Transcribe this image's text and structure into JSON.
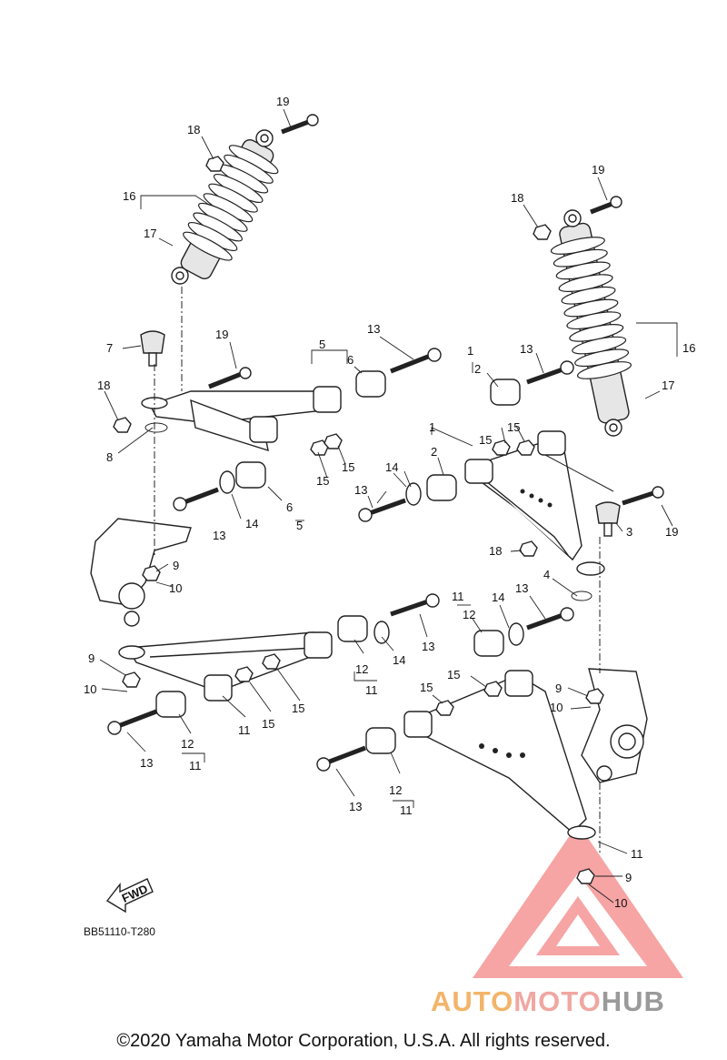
{
  "diagram": {
    "callouts": [
      {
        "id": "c19a",
        "text": "19"
      },
      {
        "id": "c18a",
        "text": "18"
      },
      {
        "id": "c16a",
        "text": "16"
      },
      {
        "id": "c17a",
        "text": "17"
      },
      {
        "id": "c19b",
        "text": "19"
      },
      {
        "id": "c18b",
        "text": "18"
      },
      {
        "id": "c16b",
        "text": "16"
      },
      {
        "id": "c17b",
        "text": "17"
      },
      {
        "id": "c7",
        "text": "7"
      },
      {
        "id": "c18c",
        "text": "18"
      },
      {
        "id": "c8",
        "text": "8"
      },
      {
        "id": "c19c",
        "text": "19"
      },
      {
        "id": "c5a",
        "text": "5"
      },
      {
        "id": "c6a",
        "text": "6"
      },
      {
        "id": "c13a",
        "text": "13"
      },
      {
        "id": "c15a",
        "text": "15"
      },
      {
        "id": "c15b",
        "text": "15"
      },
      {
        "id": "c13b",
        "text": "13"
      },
      {
        "id": "c14a",
        "text": "14"
      },
      {
        "id": "c6b",
        "text": "6"
      },
      {
        "id": "c5b",
        "text": "5"
      },
      {
        "id": "c1a",
        "text": "1"
      },
      {
        "id": "c2a",
        "text": "2"
      },
      {
        "id": "c13c",
        "text": "13"
      },
      {
        "id": "c15c",
        "text": "15"
      },
      {
        "id": "c15d",
        "text": "15"
      },
      {
        "id": "c1b",
        "text": "1"
      },
      {
        "id": "c2b",
        "text": "2"
      },
      {
        "id": "c14b",
        "text": "14"
      },
      {
        "id": "c13d",
        "text": "13"
      },
      {
        "id": "c3",
        "text": "3"
      },
      {
        "id": "c19d",
        "text": "19"
      },
      {
        "id": "c18d",
        "text": "18"
      },
      {
        "id": "c9a",
        "text": "9"
      },
      {
        "id": "c10a",
        "text": "10"
      },
      {
        "id": "c4",
        "text": "4"
      },
      {
        "id": "c11a",
        "text": "11"
      },
      {
        "id": "c12a",
        "text": "12"
      },
      {
        "id": "c14c",
        "text": "14"
      },
      {
        "id": "c13e",
        "text": "13"
      },
      {
        "id": "c9b",
        "text": "9"
      },
      {
        "id": "c10b",
        "text": "10"
      },
      {
        "id": "c14d",
        "text": "14"
      },
      {
        "id": "c13f",
        "text": "13"
      },
      {
        "id": "c12b",
        "text": "12"
      },
      {
        "id": "c11b",
        "text": "11"
      },
      {
        "id": "c15e",
        "text": "15"
      },
      {
        "id": "c15f",
        "text": "15"
      },
      {
        "id": "c11c",
        "text": "11"
      },
      {
        "id": "c13g",
        "text": "13"
      },
      {
        "id": "c12c",
        "text": "12"
      },
      {
        "id": "c11d",
        "text": "11"
      },
      {
        "id": "c15g",
        "text": "15"
      },
      {
        "id": "c15h",
        "text": "15"
      },
      {
        "id": "c9c",
        "text": "9"
      },
      {
        "id": "c10c",
        "text": "10"
      },
      {
        "id": "c13h",
        "text": "13"
      },
      {
        "id": "c12d",
        "text": "12"
      },
      {
        "id": "c11e",
        "text": "11"
      },
      {
        "id": "c11f",
        "text": "11"
      },
      {
        "id": "c9d",
        "text": "9"
      },
      {
        "id": "c10d",
        "text": "10"
      }
    ],
    "fwd_label": "FWD",
    "diagram_code": "BB51110-T280"
  },
  "watermark": {
    "part1": "AUTO",
    "part2": "MOTO",
    "part3": "HUB"
  },
  "copyright": "©2020 Yamaha Motor Corporation, U.S.A. All rights reserved.",
  "colors": {
    "line": "#222222",
    "watermark_red": "#e94b4b",
    "watermark_orange": "#f3b46a"
  }
}
